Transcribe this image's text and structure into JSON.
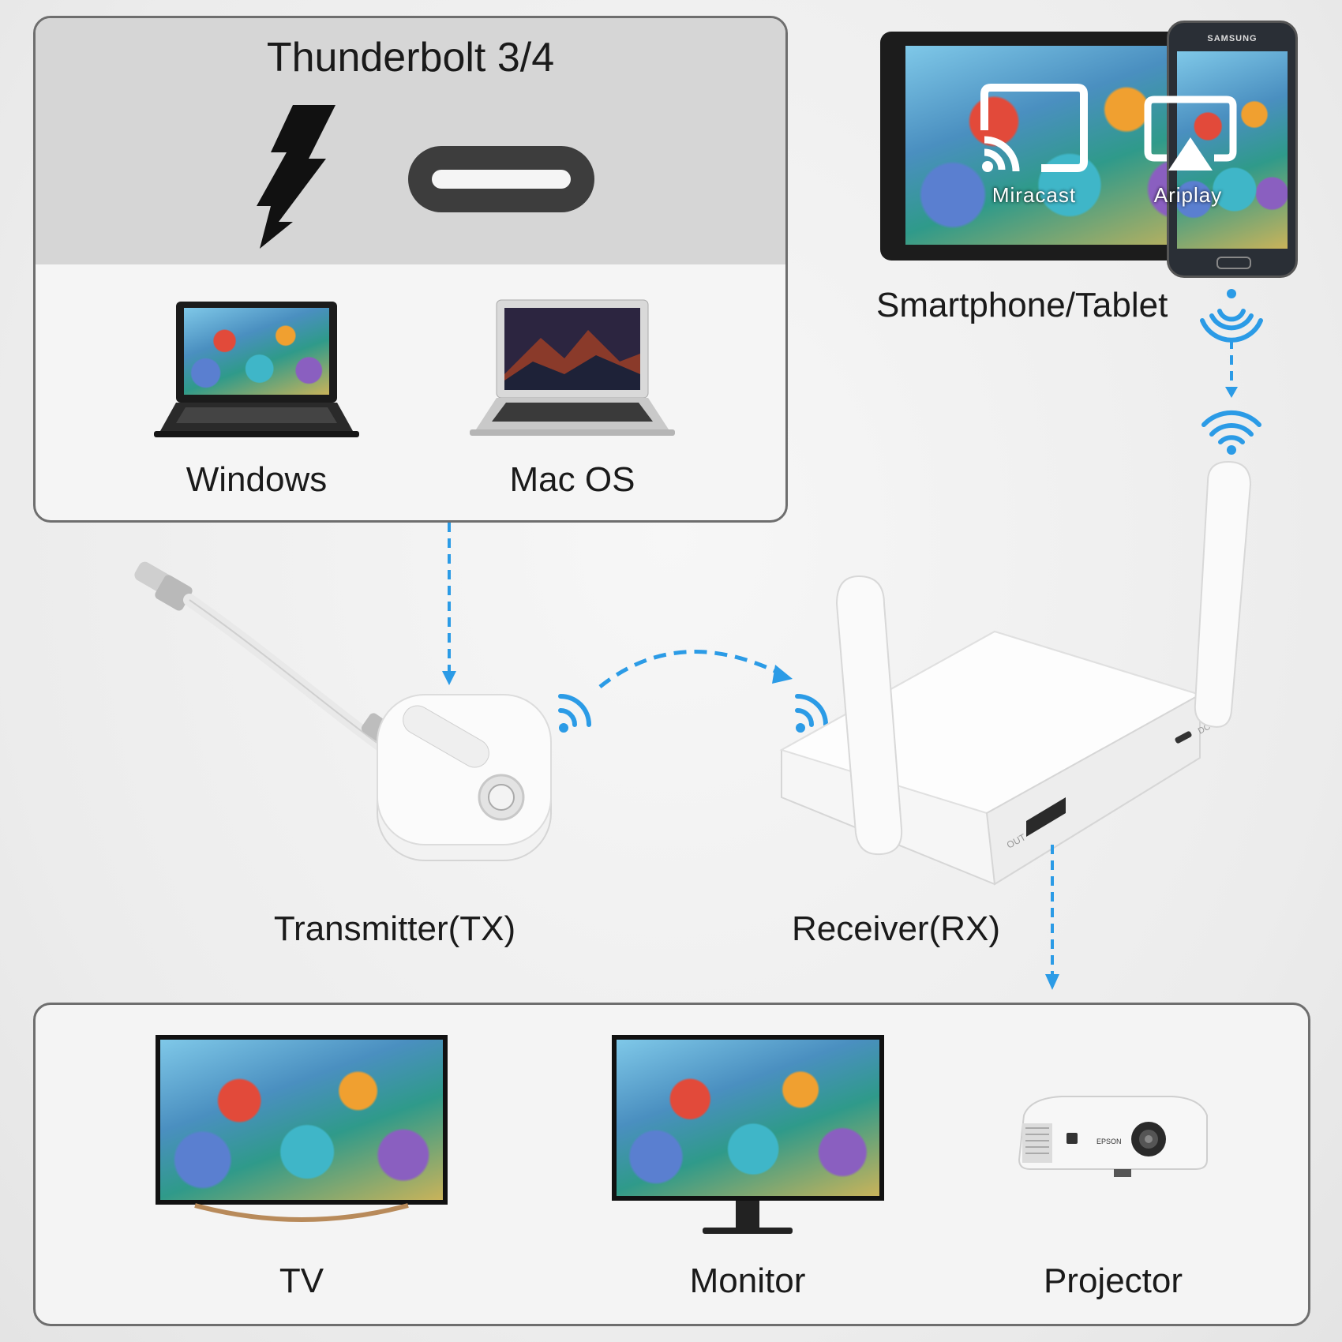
{
  "source_panel": {
    "title": "Thunderbolt 3/4",
    "devices": [
      {
        "label": "Windows"
      },
      {
        "label": "Mac OS"
      }
    ]
  },
  "mobile": {
    "label": "Smartphone/Tablet",
    "phone_brand": "SAMSUNG",
    "protocols": [
      {
        "label": "Miracast"
      },
      {
        "label": "Ariplay"
      }
    ]
  },
  "transmitter": {
    "label": "Transmitter(TX)"
  },
  "receiver": {
    "label": "Receiver(RX)",
    "port_labels": {
      "out": "OUT",
      "dc": "DC 5V"
    }
  },
  "outputs": [
    {
      "label": "TV"
    },
    {
      "label": "Monitor"
    },
    {
      "label": "Projector"
    }
  ],
  "projector_brand": "EPSON",
  "colors": {
    "arrow_blue": "#2b9be6",
    "panel_border": "#6e6e6e",
    "header_gray": "#d6d6d6"
  }
}
